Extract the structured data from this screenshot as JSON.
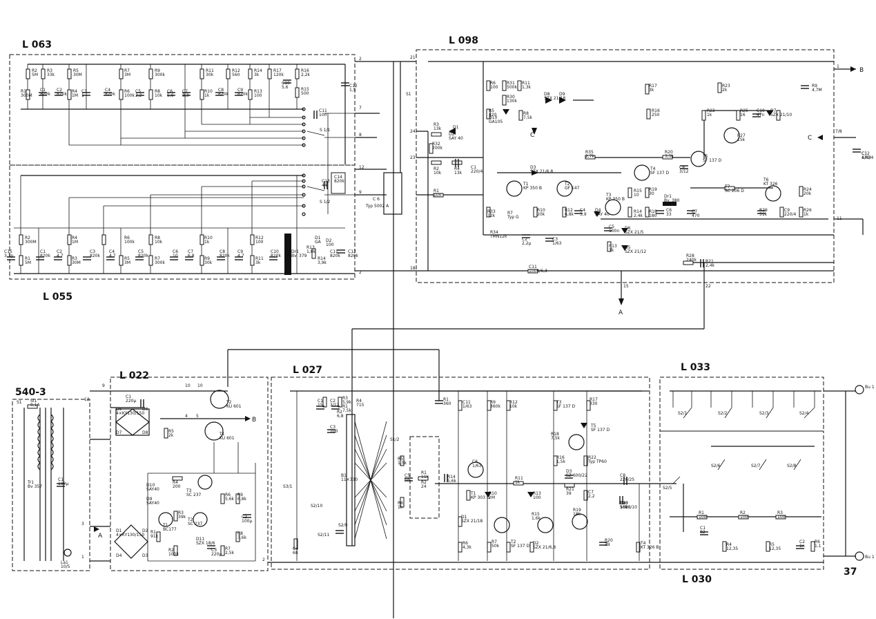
{
  "modules": {
    "l063": "L 063",
    "l098": "L 098",
    "l055": "L 055",
    "l022": "L 022",
    "l027": "L 027",
    "l033": "L 033",
    "l030": "L 030",
    "s540": "540-3"
  },
  "page_number": "37",
  "outputs": {
    "B": "B",
    "C": "C",
    "A": "A",
    "Bu1": "Bu 1"
  },
  "l063_components": [
    {
      "ref": "R2",
      "val": "5M"
    },
    {
      "ref": "R3",
      "val": "33k"
    },
    {
      "ref": "R5",
      "val": "30M"
    },
    {
      "ref": "R7",
      "val": "3M"
    },
    {
      "ref": "R9",
      "val": "300k"
    },
    {
      "ref": "R11",
      "val": "30k"
    },
    {
      "ref": "R12",
      "val": "560"
    },
    {
      "ref": "R14",
      "val": "3k"
    },
    {
      "ref": "R17",
      "val": "120k"
    },
    {
      "ref": "R16",
      "val": "2,2k"
    },
    {
      "ref": "R15",
      "val": "500"
    },
    {
      "ref": "C1",
      "val": "820k"
    },
    {
      "ref": "C2",
      "val": "820k"
    },
    {
      "ref": "C3",
      "val": "1"
    },
    {
      "ref": "C4",
      "val": "820k"
    },
    {
      "ref": "C5",
      "val": "2,2"
    },
    {
      "ref": "C6",
      "val": "5,6"
    },
    {
      "ref": "C7",
      "val": "3,3"
    },
    {
      "ref": "C8",
      "val": "820k"
    },
    {
      "ref": "C9",
      "val": "820k"
    },
    {
      "ref": "C10",
      "val": "5,6"
    },
    {
      "ref": "C11",
      "val": "10n"
    },
    {
      "ref": "C12",
      "val": "1,5"
    },
    {
      "ref": "R1",
      "val": "300M"
    },
    {
      "ref": "R4",
      "val": "1M"
    },
    {
      "ref": "R6",
      "val": "100k"
    },
    {
      "ref": "R8",
      "val": "10k"
    },
    {
      "ref": "R10",
      "val": "1k"
    },
    {
      "ref": "R13",
      "val": "100"
    }
  ],
  "l055_components": [
    {
      "ref": "C15",
      "val": "3,3p"
    },
    {
      "ref": "R1",
      "val": "5M"
    },
    {
      "ref": "R2",
      "val": "300M"
    },
    {
      "ref": "C1",
      "val": "820k"
    },
    {
      "ref": "C2",
      "val": "4,7"
    },
    {
      "ref": "R4",
      "val": "1M"
    },
    {
      "ref": "R3",
      "val": "30M"
    },
    {
      "ref": "C3",
      "val": "820k"
    },
    {
      "ref": "C4",
      "val": "4,7"
    },
    {
      "ref": "R6",
      "val": "100k"
    },
    {
      "ref": "R5",
      "val": "3M"
    },
    {
      "ref": "C5",
      "val": "820k"
    },
    {
      "ref": "R8",
      "val": "10k"
    },
    {
      "ref": "R7",
      "val": "300k"
    },
    {
      "ref": "C6",
      "val": "10"
    },
    {
      "ref": "R10",
      "val": "1k"
    },
    {
      "ref": "C7",
      "val": "6,8"
    },
    {
      "ref": "R9",
      "val": "30k"
    },
    {
      "ref": "C8",
      "val": "820k"
    },
    {
      "ref": "C9",
      "val": "4,7"
    },
    {
      "ref": "R12",
      "val": "100"
    },
    {
      "ref": "R11",
      "val": "3k"
    },
    {
      "ref": "C10",
      "val": "820k"
    },
    {
      "ref": "Dr1",
      "val": "Bv. 379"
    },
    {
      "ref": "R13",
      "val": "1,8k"
    },
    {
      "ref": "R14",
      "val": "3,9k"
    },
    {
      "ref": "C14",
      "val": "820k"
    },
    {
      "ref": "C13",
      "val": "44"
    },
    {
      "ref": "D1",
      "val": "GA"
    },
    {
      "ref": "D2",
      "val": "100"
    },
    {
      "ref": "C11",
      "val": "820k"
    },
    {
      "ref": "C12",
      "val": "820k"
    }
  ],
  "l098_components": [
    {
      "ref": "R6",
      "val": "100"
    },
    {
      "ref": "R31",
      "val": "500k"
    },
    {
      "ref": "R11",
      "val": "1,3k"
    },
    {
      "ref": "R30",
      "val": "130k"
    },
    {
      "ref": "R5",
      "val": "820"
    },
    {
      "ref": "D10",
      "val": "GA105"
    },
    {
      "ref": "R8",
      "val": "7,5k"
    },
    {
      "ref": "D8",
      "val": "SZX 21/18"
    },
    {
      "ref": "D9",
      "val": ""
    },
    {
      "ref": "R3",
      "val": "13k"
    },
    {
      "ref": "D2",
      "val": "SAY 40"
    },
    {
      "ref": "D1",
      "val": ""
    },
    {
      "ref": "R32",
      "val": "200k"
    },
    {
      "ref": "R2",
      "val": "10k"
    },
    {
      "ref": "R4",
      "val": "13k"
    },
    {
      "ref": "C1",
      "val": "220/4"
    },
    {
      "ref": "D3",
      "val": "SZX 21/6,8"
    },
    {
      "ref": "T1",
      "val": "KP 350 B"
    },
    {
      "ref": "T2",
      "val": "GF 147"
    },
    {
      "ref": "R1",
      "val": "100"
    },
    {
      "ref": "R33",
      "val": "12k"
    },
    {
      "ref": "R7",
      "val": "Typ G"
    },
    {
      "ref": "R34",
      "val": "TMN12k"
    },
    {
      "ref": "C2",
      "val": "2,2μ"
    },
    {
      "ref": "R10",
      "val": "20k"
    },
    {
      "ref": "C3",
      "val": "1/63"
    },
    {
      "ref": "R12",
      "val": "6,8k"
    },
    {
      "ref": "C4",
      "val": "3,9"
    },
    {
      "ref": "D4",
      "val": "SAY 40"
    },
    {
      "ref": "T3",
      "val": "KP 350 B"
    },
    {
      "ref": "C5",
      "val": "100n"
    },
    {
      "ref": "D6",
      "val": "SZX 21/5"
    },
    {
      "ref": "R13",
      "val": "1k"
    },
    {
      "ref": "D5",
      "val": "SZX 21/12"
    },
    {
      "ref": "R35",
      "val": "2,7k"
    },
    {
      "ref": "T4",
      "val": "SF 137 D"
    },
    {
      "ref": "R15",
      "val": "10"
    },
    {
      "ref": "R19",
      "val": "30"
    },
    {
      "ref": "R14",
      "val": "2,4k"
    },
    {
      "ref": "R18",
      "val": "180"
    },
    {
      "ref": "C6",
      "val": "33"
    },
    {
      "ref": "Dr1",
      "val": "Bv. 380"
    },
    {
      "ref": "C7",
      "val": "470"
    },
    {
      "ref": "R17",
      "val": "3k"
    },
    {
      "ref": "R16",
      "val": "250"
    },
    {
      "ref": "R20",
      "val": "3,3k"
    },
    {
      "ref": "C8",
      "val": "3/12"
    },
    {
      "ref": "T5",
      "val": "SF 137 D"
    },
    {
      "ref": "R23",
      "val": "2k"
    },
    {
      "ref": "R22",
      "val": "1k"
    },
    {
      "ref": "R25",
      "val": "16"
    },
    {
      "ref": "C10",
      "val": "47n"
    },
    {
      "ref": "D7",
      "val": "SZX 21/10"
    },
    {
      "ref": "R27",
      "val": "15k"
    },
    {
      "ref": "T6",
      "val": "KT 326"
    },
    {
      "ref": "T7",
      "val": "SC 206 D"
    },
    {
      "ref": "R24",
      "val": "20k"
    },
    {
      "ref": "R29",
      "val": "51k"
    },
    {
      "ref": "C9",
      "val": "220/4"
    },
    {
      "ref": "R26",
      "val": "1k"
    },
    {
      "ref": "R28",
      "val": "240k"
    },
    {
      "ref": "R21",
      "val": "2,4k"
    },
    {
      "ref": "C11",
      "val": "1000/6,3"
    },
    {
      "ref": "R9",
      "val": "4,7M"
    },
    {
      "ref": "C12",
      "val": "1/63"
    },
    {
      "ref": "C1",
      "val": "470/4"
    }
  ],
  "l022_components": [
    {
      "ref": "C1",
      "val": "220μ"
    },
    {
      "ref": "D5",
      "val": "4×KY130/150"
    },
    {
      "ref": "D6",
      "val": ""
    },
    {
      "ref": "D8",
      "val": ""
    },
    {
      "ref": "D7",
      "val": ""
    },
    {
      "ref": "R5",
      "val": "2k"
    },
    {
      "ref": "T2",
      "val": "KU 601"
    },
    {
      "ref": "T1",
      "val": "KU 601"
    },
    {
      "ref": "D10",
      "val": "SAY40"
    },
    {
      "ref": "D9",
      "val": "SAY40"
    },
    {
      "ref": "R4",
      "val": "200"
    },
    {
      "ref": "T3",
      "val": "SC 237"
    },
    {
      "ref": "T1",
      "val": "BC177"
    },
    {
      "ref": "R1",
      "val": "91k"
    },
    {
      "ref": "R3",
      "val": "39k"
    },
    {
      "ref": "R2",
      "val": "100k"
    },
    {
      "ref": "T2",
      "val": "SC 237"
    },
    {
      "ref": "D11",
      "val": "SZX 18/6"
    },
    {
      "ref": "C3",
      "val": "220μ"
    },
    {
      "ref": "R6",
      "val": "5,6k"
    },
    {
      "ref": "R9",
      "val": "6,8k"
    },
    {
      "ref": "R8",
      "val": "3,6k"
    },
    {
      "ref": "C2",
      "val": "100μ"
    },
    {
      "ref": "R7",
      "val": "2,5k"
    },
    {
      "ref": "D1",
      "val": "4×KY130/150"
    },
    {
      "ref": "D2",
      "val": ""
    },
    {
      "ref": "D3",
      "val": ""
    },
    {
      "ref": "D4",
      "val": ""
    }
  ],
  "s540_components": [
    {
      "ref": "S1",
      "val": ""
    },
    {
      "ref": "Si1",
      "val": "0,1A"
    },
    {
      "ref": "Tr1",
      "val": "Bv 357"
    },
    {
      "ref": "C1",
      "val": "100μ"
    },
    {
      "ref": "La1",
      "val": "10/5"
    }
  ],
  "l027_components": [
    {
      "ref": "C1",
      "val": "15"
    },
    {
      "ref": "C2",
      "val": "3/12"
    },
    {
      "ref": "R3",
      "val": "5,9k"
    },
    {
      "ref": "R4",
      "val": "715"
    },
    {
      "ref": "R2",
      "val": "6,8"
    },
    {
      "ref": "R1",
      "val": "7,5k"
    },
    {
      "ref": "C3",
      "val": "100"
    },
    {
      "ref": "B1",
      "val": "11×330"
    },
    {
      "ref": "S1/2",
      "val": ""
    },
    {
      "ref": "R5",
      "val": "1,5k"
    },
    {
      "ref": "C5",
      "val": "68"
    },
    {
      "ref": "R1",
      "val": "11k"
    },
    {
      "ref": "R2",
      "val": "24"
    },
    {
      "ref": "R6",
      "val": "1k"
    },
    {
      "ref": "S3/1",
      "val": ""
    },
    {
      "ref": "S2/10",
      "val": ""
    },
    {
      "ref": "S2/11",
      "val": ""
    },
    {
      "ref": "S2/9",
      "val": ""
    },
    {
      "ref": "C4",
      "val": "68"
    },
    {
      "ref": "R1",
      "val": "360"
    },
    {
      "ref": "C11",
      "val": "1/63"
    },
    {
      "ref": "R9",
      "val": "360k"
    },
    {
      "ref": "R12",
      "val": "10k"
    },
    {
      "ref": "R14",
      "val": "5,6k"
    },
    {
      "ref": "C6",
      "val": "1/63"
    },
    {
      "ref": "T1",
      "val": "KP 303 D"
    },
    {
      "ref": "R10",
      "val": "2M"
    },
    {
      "ref": "D1",
      "val": "SZX 21/18"
    },
    {
      "ref": "R6",
      "val": "4,3k"
    },
    {
      "ref": "R7",
      "val": "50k"
    },
    {
      "ref": "T2",
      "val": "SF 137 D"
    },
    {
      "ref": "R11",
      "val": "1k"
    },
    {
      "ref": "R13",
      "val": "100"
    },
    {
      "ref": "R15",
      "val": "1,6k"
    },
    {
      "ref": "D2",
      "val": "SZX 21/6,8"
    },
    {
      "ref": "T3",
      "val": "SF 137 D"
    },
    {
      "ref": "R16",
      "val": "1,5k"
    },
    {
      "ref": "R18",
      "val": "7,5k"
    },
    {
      "ref": "R17",
      "val": "330"
    },
    {
      "ref": "T5",
      "val": "SF 137 D"
    },
    {
      "ref": "R22",
      "val": "Typ TP60"
    },
    {
      "ref": "D3",
      "val": "SZ 600/22"
    },
    {
      "ref": "R21",
      "val": "39"
    },
    {
      "ref": "C7",
      "val": "2,2"
    },
    {
      "ref": "R19",
      "val": "18k"
    },
    {
      "ref": "R20",
      "val": "39"
    },
    {
      "ref": "T4",
      "val": "KT 326 B"
    },
    {
      "ref": "C8",
      "val": "220/25"
    },
    {
      "ref": "R23",
      "val": "10k"
    },
    {
      "ref": "C10",
      "val": "100n"
    },
    {
      "ref": "C9",
      "val": "5680/10"
    }
  ],
  "l033_components": [
    {
      "ref": "S2/1",
      "val": ""
    },
    {
      "ref": "S2/2",
      "val": ""
    },
    {
      "ref": "S2/3",
      "val": ""
    },
    {
      "ref": "S2/4",
      "val": ""
    },
    {
      "ref": "S2/6",
      "val": ""
    },
    {
      "ref": "S2/7",
      "val": ""
    },
    {
      "ref": "S2/8",
      "val": ""
    },
    {
      "ref": "S2/5",
      "val": ""
    },
    {
      "ref": "R1",
      "val": "100"
    },
    {
      "ref": "R2",
      "val": "100"
    },
    {
      "ref": "R3",
      "val": "100"
    },
    {
      "ref": "C1",
      "val": "82"
    },
    {
      "ref": "R4",
      "val": "12,35"
    },
    {
      "ref": "R5",
      "val": "12,35"
    },
    {
      "ref": "C2",
      "val": "1n"
    },
    {
      "ref": "R6",
      "val": "1,1"
    }
  ],
  "switch_labels": {
    "s1_1": "S 1/1",
    "s1_2": "S 1/2",
    "s1": "S1",
    "c6": "C 6",
    "typ": "Typ 5002 A"
  },
  "terminal_numbers": [
    "2",
    "7",
    "8",
    "12",
    "9",
    "2",
    "21",
    "24",
    "23",
    "18",
    "1",
    "7/8",
    "11",
    "15",
    "22",
    "9",
    "10",
    "10",
    "12",
    "4",
    "5",
    "2",
    "3",
    "1"
  ]
}
